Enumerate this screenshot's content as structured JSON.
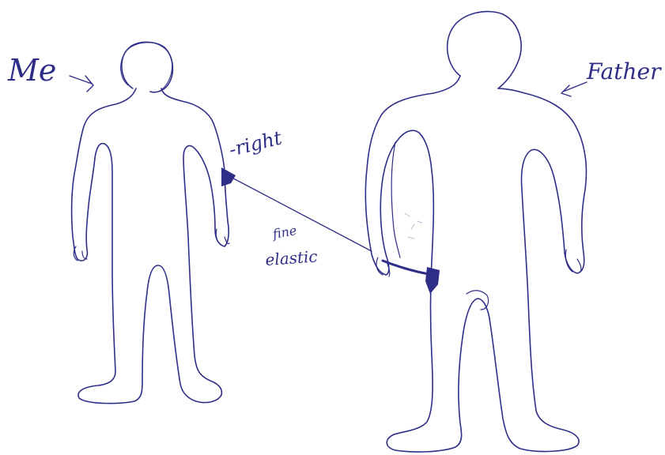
{
  "sketch": {
    "ink_color": "#2e2e88",
    "paper_color": "#ffffff",
    "labels": {
      "me": "Me",
      "father": "Father",
      "right": "-right",
      "fine": "fine",
      "elastic": "elastic"
    }
  }
}
